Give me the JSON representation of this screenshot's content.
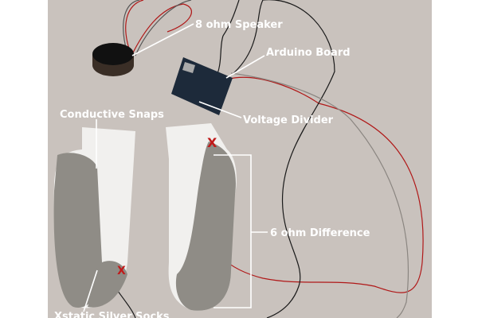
{
  "labels": {
    "speaker": "8 ohm Speaker",
    "arduino": "Arduino Board",
    "divider": "Voltage Divider",
    "snaps": "Conductive Snaps",
    "difference": "6 ohm Difference",
    "socks": "Xstatic Silver Socks"
  },
  "colors": {
    "background": "#c9c2bd",
    "sock_white": "#f1f0ee",
    "sock_gray": "#8f8c86",
    "wire_red": "#b01818",
    "wire_black": "#1a1a1a",
    "board": "#1d2a3a"
  }
}
